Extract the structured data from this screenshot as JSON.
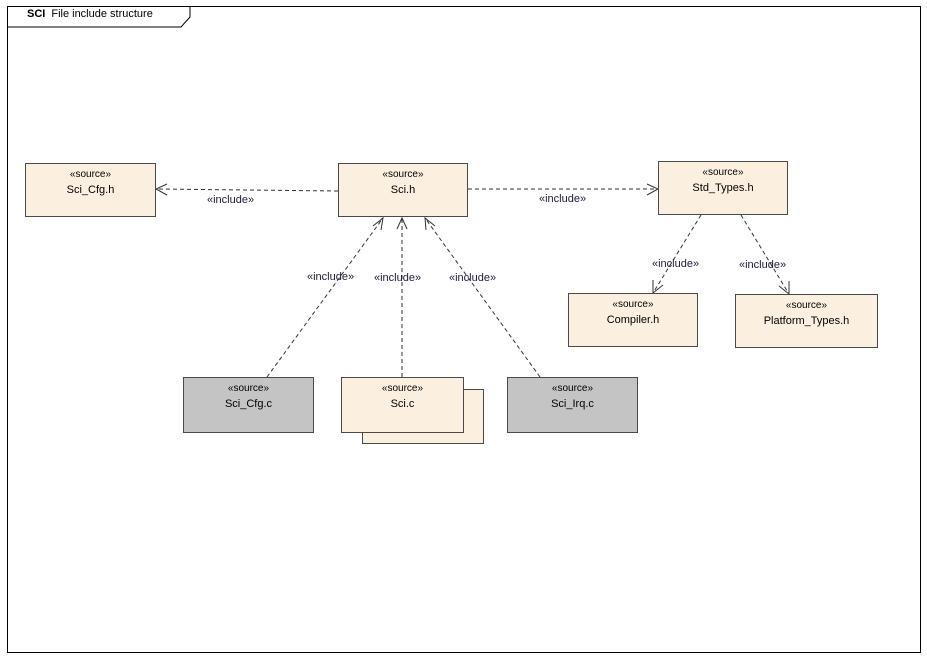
{
  "diagram": {
    "kind": "SCI",
    "title": "File include structure"
  },
  "stereotype": "«source»",
  "dependency_label": "«include»",
  "nodes": {
    "sci_cfg_h": "Sci_Cfg.h",
    "sci_h": "Sci.h",
    "std_types_h": "Std_Types.h",
    "compiler_h": "Compiler.h",
    "platform_types_h": "Platform_Types.h",
    "sci_cfg_c": "Sci_Cfg.c",
    "sci_c": "Sci.c",
    "sci_irq_c": "Sci_Irq.c"
  },
  "edges": [
    {
      "from": "Sci.h",
      "to": "Sci_Cfg.h",
      "label": "«include»"
    },
    {
      "from": "Sci.h",
      "to": "Std_Types.h",
      "label": "«include»"
    },
    {
      "from": "Sci_Cfg.c",
      "to": "Sci.h",
      "label": "«include»"
    },
    {
      "from": "Sci.c",
      "to": "Sci.h",
      "label": "«include»"
    },
    {
      "from": "Sci_Irq.c",
      "to": "Sci.h",
      "label": "«include»"
    },
    {
      "from": "Std_Types.h",
      "to": "Compiler.h",
      "label": "«include»"
    },
    {
      "from": "Std_Types.h",
      "to": "Platform_Types.h",
      "label": "«include»"
    }
  ],
  "colors": {
    "source_node": "#fbf0e0",
    "implementation_node": "#c4c4c4"
  }
}
